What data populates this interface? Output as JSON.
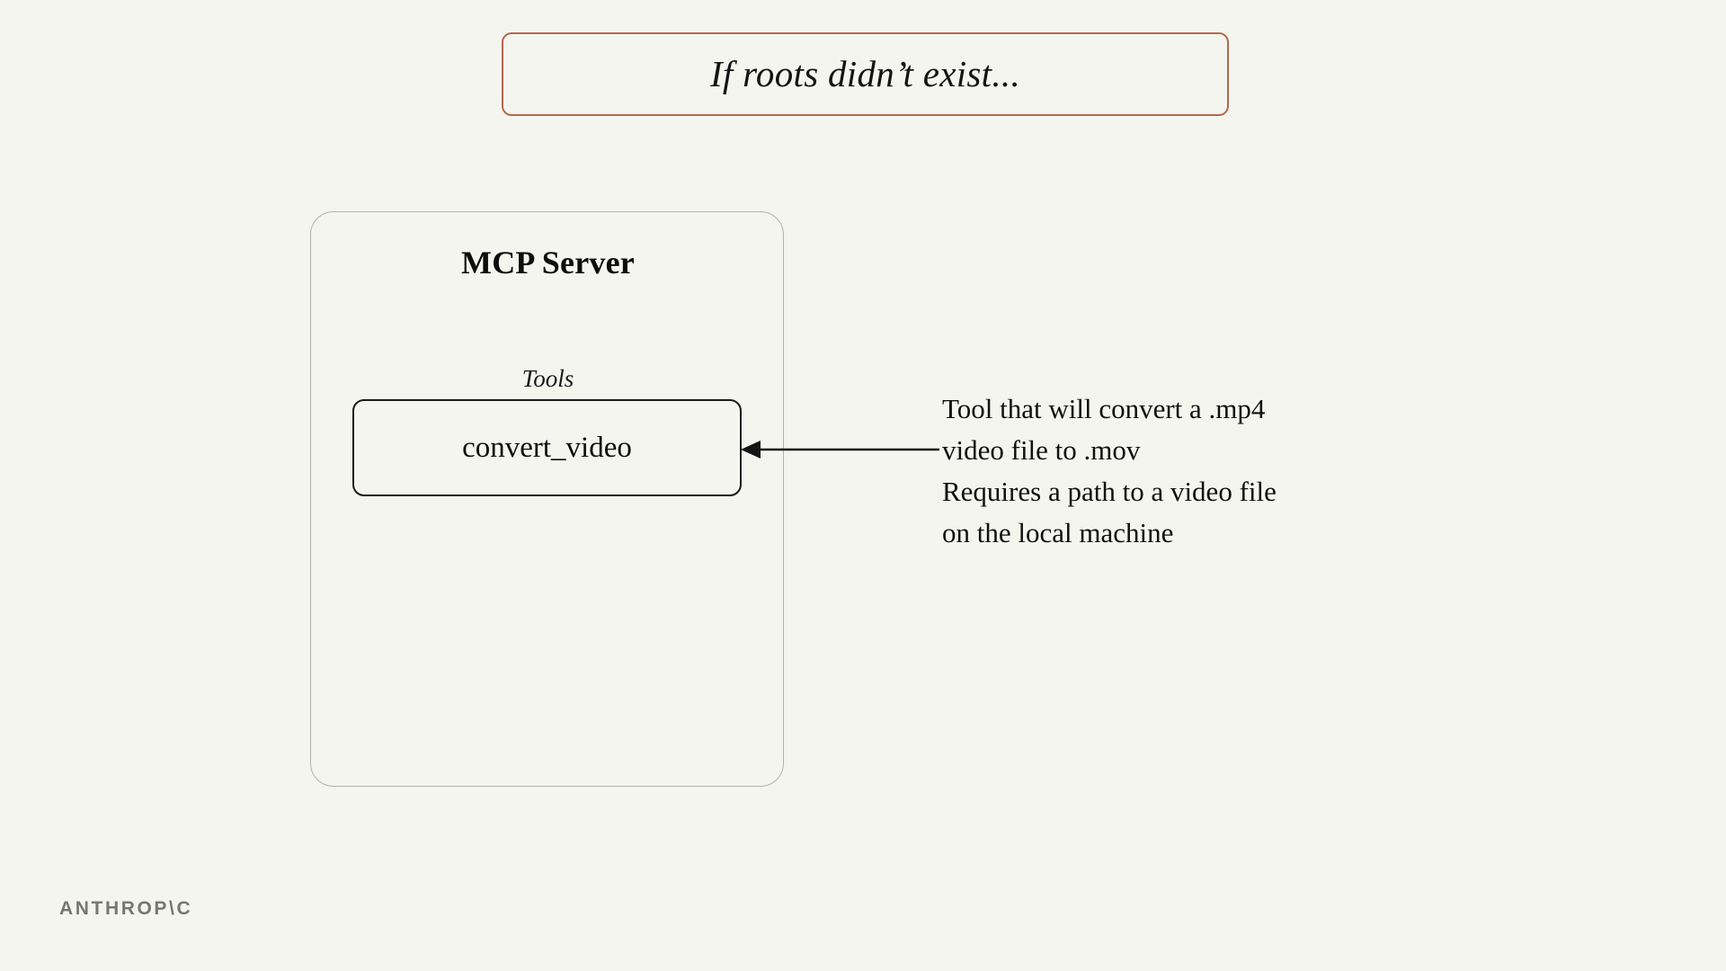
{
  "slide": {
    "background_color": "#f4f5ef",
    "title": {
      "text": "If roots didn’t exist...",
      "border_color": "#b5674a"
    },
    "server_panel": {
      "title": "MCP Server",
      "border_color": "#b2b2ad",
      "section_label": "Tools",
      "tools": [
        {
          "name": "convert_video",
          "border_color": "#1a1a1a"
        }
      ]
    },
    "connector": {
      "icon": "left-arrow-icon",
      "color": "#141414",
      "direction": "left"
    },
    "annotation": {
      "lines": [
        "Tool that will convert a .mp4",
        "video file to .mov",
        "Requires a path to a video file",
        "on the local machine"
      ]
    },
    "footer": {
      "logo_text": "ANTHROP\\C",
      "logo_color": "#76786f"
    }
  }
}
